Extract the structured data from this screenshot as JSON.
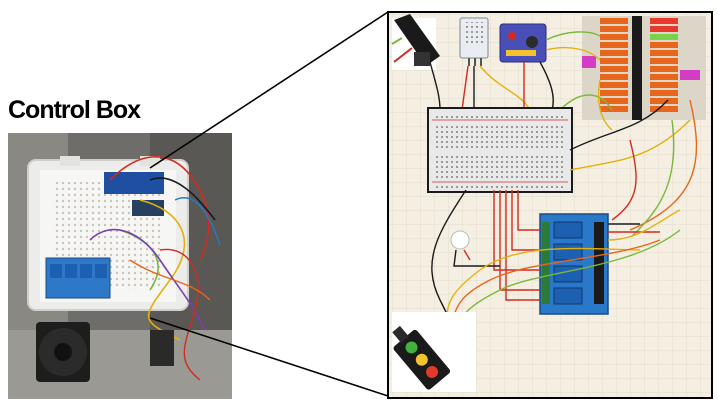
{
  "photo": {
    "title": "Control Box"
  },
  "schematic": {
    "components": [
      "dht-sensor",
      "motor-driver-shield",
      "breadboard",
      "relay-module-4ch",
      "traffic-light-module",
      "buzzer",
      "microcontroller-pin-header"
    ],
    "colors": {
      "background": "#f4efe2",
      "grid": "#e3dccb",
      "breadboard": "#e9e9e9",
      "relay": "#2a78c9",
      "wire_red": "#d42a1e",
      "wire_black": "#1a1a1a",
      "wire_yellow": "#e2b10d",
      "wire_green": "#79b83a",
      "wire_orange": "#e8661b"
    }
  }
}
